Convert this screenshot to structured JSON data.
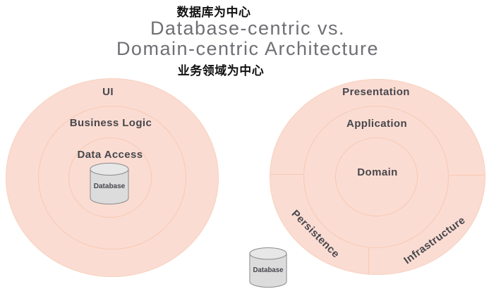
{
  "header": {
    "chinese_top": "数据库为中心",
    "title_line1": "Database-centric vs.",
    "title_line2": "Domain-centric Architecture",
    "chinese_bottom": "业务领域为中心"
  },
  "colors": {
    "circle_fill": "#fbdcd2",
    "ring_line": "#f7c9b3",
    "label_text": "#47474d",
    "title_text": "#6f6f74",
    "annotation_text": "#111111",
    "cylinder_fill": "#dcdcdc",
    "cylinder_top_fill": "#e7e7e7",
    "cylinder_stroke": "#8a8a8a"
  },
  "left_diagram": {
    "ring_outer": "UI",
    "ring_middle": "Business Logic",
    "ring_inner": "Data Access",
    "database_label": "Database"
  },
  "right_diagram": {
    "ring_outer_top": "Presentation",
    "ring_middle": "Application",
    "ring_inner": "Domain",
    "sector_bottom_left": "Persistence",
    "sector_bottom_right": "Infrastructure",
    "database_label": "Database"
  }
}
